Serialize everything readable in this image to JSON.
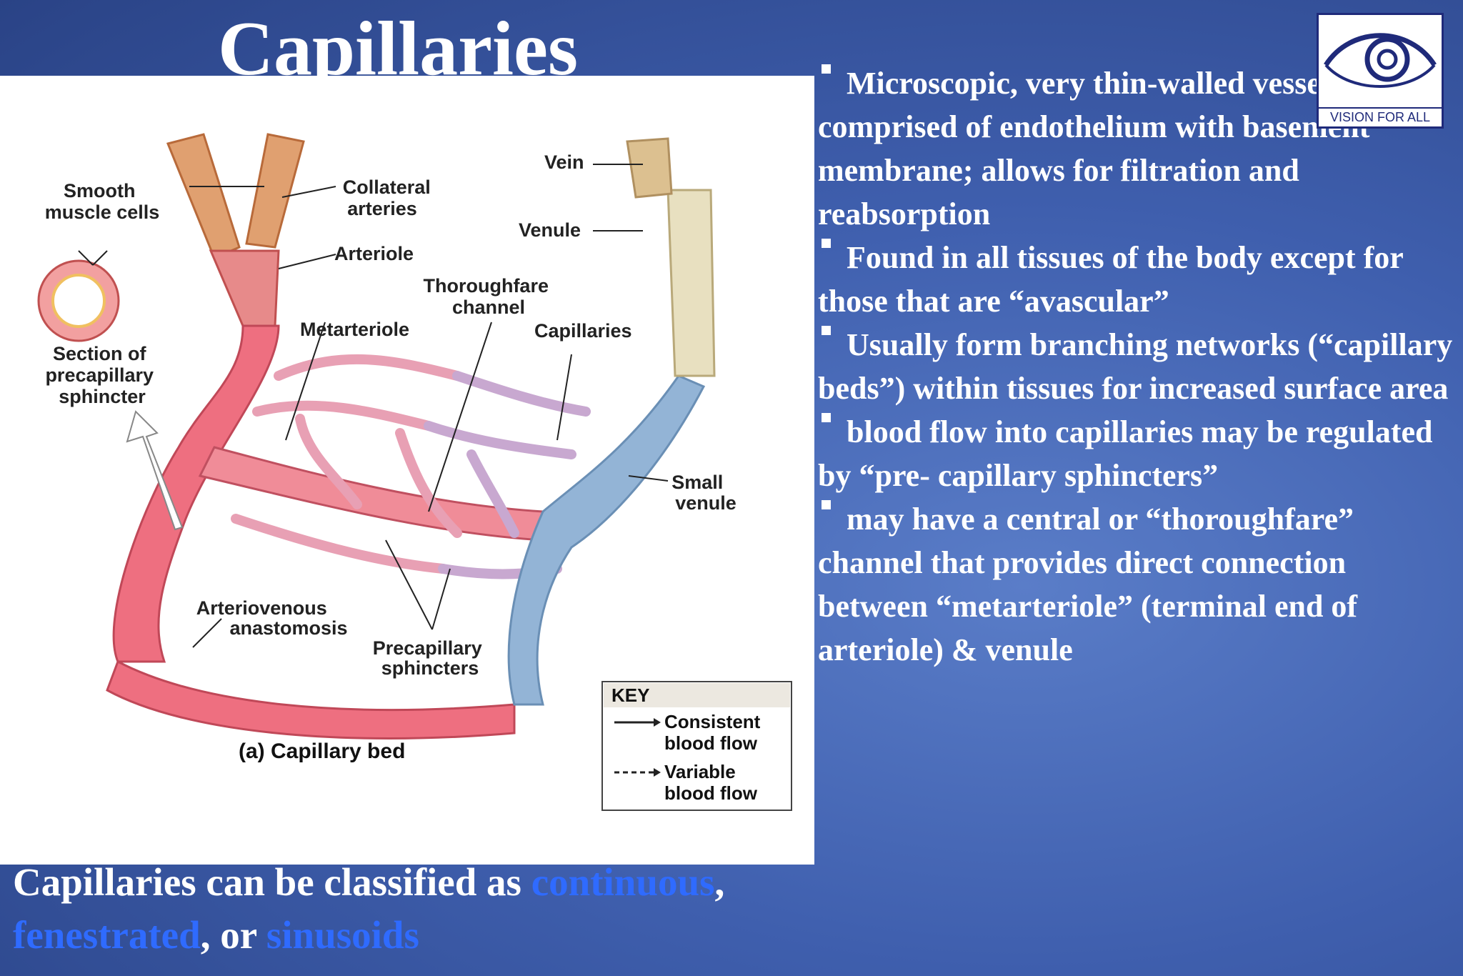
{
  "slide": {
    "title": "Capillaries"
  },
  "figure": {
    "labels": {
      "smooth_muscle": [
        "Smooth",
        "muscle cells"
      ],
      "collateral": [
        "Collateral",
        "arteries"
      ],
      "arteriole": "Arteriole",
      "vein": "Vein",
      "venule": "Venule",
      "thoroughfare": [
        "Thoroughfare",
        "channel"
      ],
      "metarteriole": "Metarteriole",
      "capillaries": "Capillaries",
      "section": [
        "Section of",
        "precapillary",
        "sphincter"
      ],
      "small_venule": [
        "Small",
        "venule"
      ],
      "av_anastomosis": [
        "Arteriovenous",
        "anastomosis"
      ],
      "precap_sphincters": [
        "Precapillary",
        "sphincters"
      ],
      "caption": "(a)  Capillary bed"
    },
    "key": {
      "title": "KEY",
      "consistent": [
        "Consistent",
        "blood flow"
      ],
      "variable": [
        "Variable",
        "blood flow"
      ]
    }
  },
  "logo": {
    "text": "VISION FOR ALL"
  },
  "bullets": [
    "Microscopic, very thin-walled vessels comprised of endothelium with basement membrane; allows for filtration and reabsorption",
    "Found in all tissues of the body except for those that are “avascular”",
    "Usually form branching networks (“capillary beds”) within tissues for increased surface area",
    "blood flow into capillaries may be regulated by “pre- capillary sphincters”",
    "may have a central or “thoroughfare” channel that provides direct connection between “metarteriole” (terminal end of arteriole) & venule"
  ],
  "footer": {
    "text_1": "Capillaries can be classified as ",
    "type_1": "continuous",
    "text_2": ",",
    "type_2": "fenestrated",
    "text_3": ", or ",
    "type_3": "sinusoids"
  },
  "colors": {
    "background": "#3f5fae",
    "highlight": "#2f6bff",
    "artery": "#e8697a",
    "vein": "#8fb0d4"
  }
}
